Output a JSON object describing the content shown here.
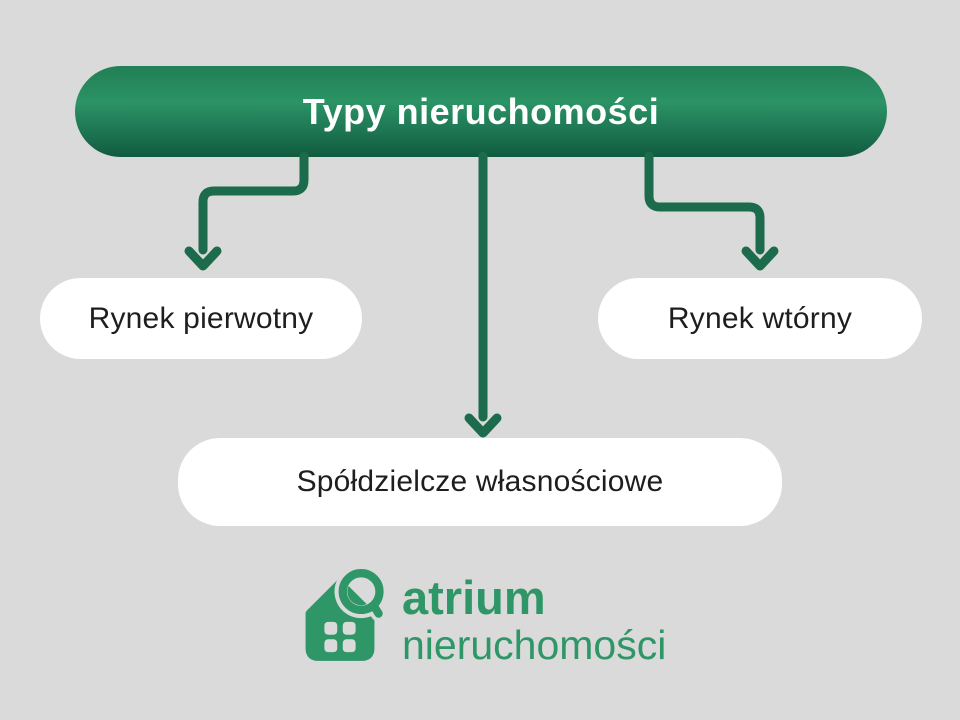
{
  "diagram": {
    "root": {
      "label": "Typy nieruchomości"
    },
    "children": [
      {
        "label": "Rynek pierwotny"
      },
      {
        "label": "Rynek wtórny"
      },
      {
        "label": "Spółdzielcze własnościowe"
      }
    ]
  },
  "logo": {
    "brand": "atrium",
    "subtitle": "nieruchomości",
    "icon": "house-with-magnifier-icon"
  },
  "colors": {
    "background": "#d9dad9",
    "header_green_top": "#217f55",
    "header_green_mid": "#2b9365",
    "header_green_bottom": "#115b41",
    "arrow_green": "#1c6b4c",
    "node_background": "#ffffff",
    "node_text": "#1e1e1c",
    "header_text": "#ffffff",
    "logo_green": "#2e9667"
  }
}
